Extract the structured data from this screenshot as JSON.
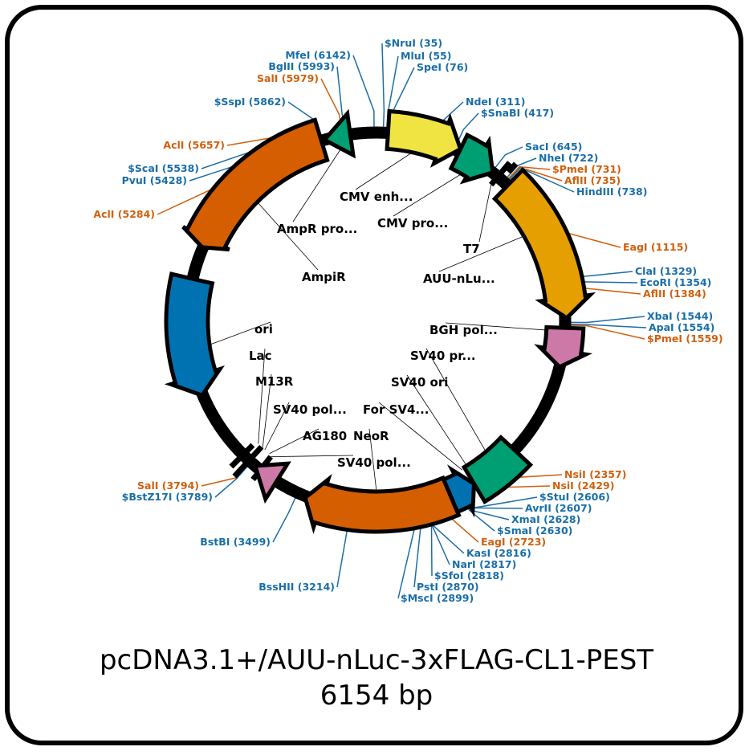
{
  "title": "pcDNA3.1+/AUU-nLuc-3xFLAG-CL1-PEST",
  "size": "6154 bp",
  "colors": {
    "site_blue": "#1a6ea8",
    "site_orange": "#d0600e",
    "backbone": "#000000"
  },
  "features": [
    {
      "id": "cmv-enh",
      "label": "CMV enh...",
      "color": "#f0e442"
    },
    {
      "id": "cmv-pro",
      "label": "CMV pro...",
      "color": "#009e73"
    },
    {
      "id": "ampr-pro",
      "label": "AmpR pro...",
      "color": "#009e73"
    },
    {
      "id": "t7",
      "label": "T7",
      "color": "#000000"
    },
    {
      "id": "auu-nluc",
      "label": "AUU-nLu...",
      "color": "#e69f00"
    },
    {
      "id": "bgh",
      "label": "BGH pol...",
      "color": "#cc79a7"
    },
    {
      "id": "sv40-pr",
      "label": "SV40 pr...",
      "color": "#009e73"
    },
    {
      "id": "sv40-ori",
      "label": "SV40 ori",
      "color": "#0072b2"
    },
    {
      "id": "for-sv40",
      "label": "For SV4...",
      "color": "#000000"
    },
    {
      "id": "neor",
      "label": "NeoR",
      "color": "#d55e00"
    },
    {
      "id": "sv40-pol2",
      "label": "SV40 pol...",
      "color": "#cc79a7"
    },
    {
      "id": "ag180",
      "label": "AG180",
      "color": "#000000"
    },
    {
      "id": "sv40-pol1",
      "label": "SV40 pol...",
      "color": "#cc79a7"
    },
    {
      "id": "m13r",
      "label": "M13R",
      "color": "#000000"
    },
    {
      "id": "lac",
      "label": "Lac",
      "color": "#000000"
    },
    {
      "id": "ori",
      "label": "ori",
      "color": "#0072b2"
    },
    {
      "id": "ampir",
      "label": "AmpiR",
      "color": "#d55e00"
    }
  ],
  "sites": [
    {
      "label": "$NruI (35)",
      "bp": 35,
      "type": "blue"
    },
    {
      "label": "MluI (55)",
      "bp": 55,
      "type": "blue"
    },
    {
      "label": "SpeI (76)",
      "bp": 76,
      "type": "blue"
    },
    {
      "label": "NdeI (311)",
      "bp": 311,
      "type": "blue"
    },
    {
      "label": "$SnaBI (417)",
      "bp": 417,
      "type": "blue"
    },
    {
      "label": "SacI (645)",
      "bp": 645,
      "type": "blue"
    },
    {
      "label": "NheI (722)",
      "bp": 722,
      "type": "blue"
    },
    {
      "label": "$PmeI (731)",
      "bp": 731,
      "type": "orange"
    },
    {
      "label": "AflII (735)",
      "bp": 735,
      "type": "orange"
    },
    {
      "label": "HindIII (738)",
      "bp": 738,
      "type": "blue"
    },
    {
      "label": "EagI (1115)",
      "bp": 1115,
      "type": "orange"
    },
    {
      "label": "ClaI (1329)",
      "bp": 1329,
      "type": "blue"
    },
    {
      "label": "EcoRI (1354)",
      "bp": 1354,
      "type": "blue"
    },
    {
      "label": "AflII (1384)",
      "bp": 1384,
      "type": "orange"
    },
    {
      "label": "XbaI (1544)",
      "bp": 1544,
      "type": "blue"
    },
    {
      "label": "ApaI (1554)",
      "bp": 1554,
      "type": "blue"
    },
    {
      "label": "$PmeI (1559)",
      "bp": 1559,
      "type": "orange"
    },
    {
      "label": "NsiI (2357)",
      "bp": 2357,
      "type": "orange"
    },
    {
      "label": "NsiI (2429)",
      "bp": 2429,
      "type": "orange"
    },
    {
      "label": "$StuI (2606)",
      "bp": 2606,
      "type": "blue"
    },
    {
      "label": "AvrII (2607)",
      "bp": 2607,
      "type": "blue"
    },
    {
      "label": "XmaI (2628)",
      "bp": 2628,
      "type": "blue"
    },
    {
      "label": "$SmaI (2630)",
      "bp": 2630,
      "type": "blue"
    },
    {
      "label": "EagI (2723)",
      "bp": 2723,
      "type": "orange"
    },
    {
      "label": "KasI (2816)",
      "bp": 2816,
      "type": "blue"
    },
    {
      "label": "NarI (2817)",
      "bp": 2817,
      "type": "blue"
    },
    {
      "label": "$SfoI (2818)",
      "bp": 2818,
      "type": "blue"
    },
    {
      "label": "PstI (2870)",
      "bp": 2870,
      "type": "blue"
    },
    {
      "label": "$MscI (2899)",
      "bp": 2899,
      "type": "blue"
    },
    {
      "label": "BssHII (3214)",
      "bp": 3214,
      "type": "blue"
    },
    {
      "label": "BstBI (3499)",
      "bp": 3499,
      "type": "blue"
    },
    {
      "label": "$BstZ17I (3789)",
      "bp": 3789,
      "type": "blue"
    },
    {
      "label": "SalI (3794)",
      "bp": 3794,
      "type": "orange"
    },
    {
      "label": "AclI (5284)",
      "bp": 5284,
      "type": "orange"
    },
    {
      "label": "PvuI (5428)",
      "bp": 5428,
      "type": "blue"
    },
    {
      "label": "$ScaI (5538)",
      "bp": 5538,
      "type": "blue"
    },
    {
      "label": "AclI (5657)",
      "bp": 5657,
      "type": "orange"
    },
    {
      "label": "$SspI (5862)",
      "bp": 5862,
      "type": "blue"
    },
    {
      "label": "SalI (5979)",
      "bp": 5979,
      "type": "orange"
    },
    {
      "label": "BglII (5993)",
      "bp": 5993,
      "type": "blue"
    },
    {
      "label": "MfeI (6142)",
      "bp": 6142,
      "type": "blue"
    }
  ]
}
